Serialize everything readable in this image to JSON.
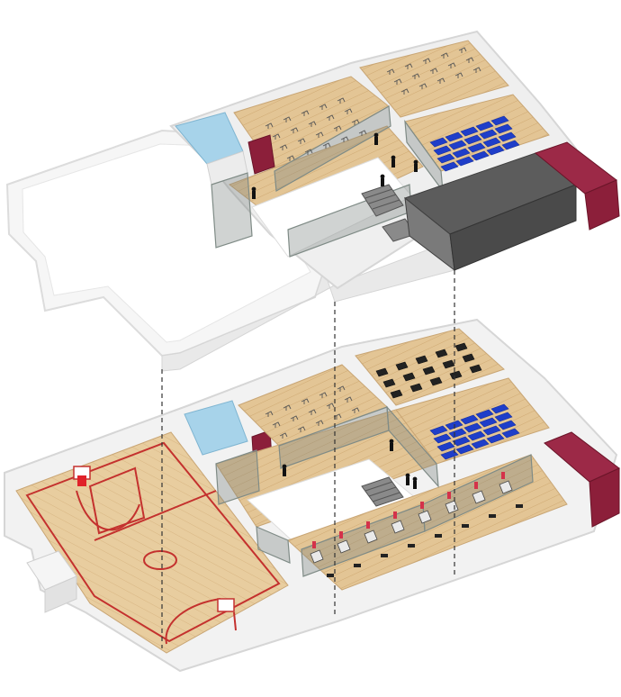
{
  "diagram": {
    "kind": "exploded axonometric floor plans",
    "levels": [
      {
        "id": "upper-floor",
        "spaces": [
          "open-void",
          "pool-room",
          "fitness-studio",
          "bike-spin-room",
          "mat-room",
          "mechanical-roof",
          "stairs",
          "corridor"
        ]
      },
      {
        "id": "ground-floor",
        "spaces": [
          "basketball-court",
          "pool-room",
          "fitness-studio",
          "weights-room",
          "mat-room",
          "cardio-hall",
          "stairs",
          "corridor",
          "storage"
        ]
      }
    ],
    "colors": {
      "wall": "#f2f2f2",
      "wall_shadow": "#d9d9d9",
      "wood": "#e3c595",
      "wood_dark": "#cfa973",
      "pool": "#a7d3ea",
      "maroon": "#8c1f3a",
      "blue_mat": "#1f3ec9",
      "roof_gray": "#5c5c5c",
      "court_line": "#c4312e",
      "glass": "#7f8b86",
      "guide": "#333333"
    },
    "icons": [
      "basketball-hoop-icon",
      "stair-icon",
      "person-icon",
      "treadmill-icon",
      "exercise-bike-icon"
    ]
  }
}
